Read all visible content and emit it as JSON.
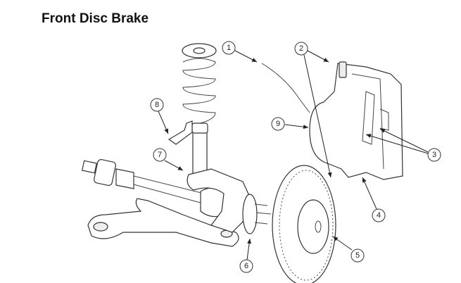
{
  "title": "Front Disc Brake",
  "callouts": [
    "1",
    "2",
    "3",
    "4",
    "5",
    "6",
    "7",
    "8",
    "9"
  ]
}
